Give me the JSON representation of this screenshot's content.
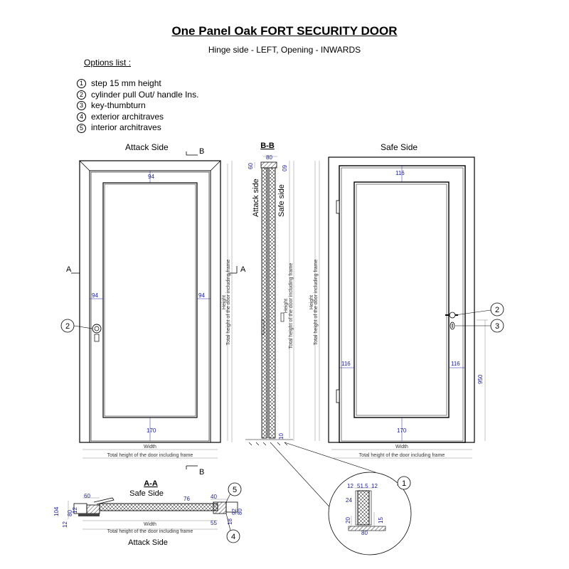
{
  "title": "One Panel Oak FORT SECURITY DOOR",
  "subtitle": "Hinge side - LEFT, Opening - INWARDS",
  "options_header": "Options list :",
  "options": [
    {
      "num": "1",
      "text": "step 15 mm height"
    },
    {
      "num": "2",
      "text": "cylinder pull Out/ handle Ins."
    },
    {
      "num": "3",
      "text": "key-thumbturn"
    },
    {
      "num": "4",
      "text": "exterior architraves"
    },
    {
      "num": "5",
      "text": "interior architraves"
    }
  ],
  "views": {
    "attack_side": "Attack Side",
    "safe_side": "Safe Side",
    "section_bb": "B-B",
    "section_aa": "A-A",
    "aa_safe_side": "Safe  Side",
    "aa_attack_side": "Attack Side",
    "bb_attack_side": "Attack side",
    "bb_safe_side": "Safe side"
  },
  "section_markers": {
    "a": "A",
    "b": "B"
  },
  "dimension_labels": {
    "width": "Width",
    "total_height_frame": "Total height of the door including frame",
    "height": "Height"
  },
  "dimensions": {
    "attack_top": "94",
    "attack_left": "94",
    "attack_right": "94",
    "attack_bottom": "170",
    "safe_top": "116",
    "safe_left": "116",
    "safe_right": "116",
    "safe_bottom": "170",
    "safe_handle_height": "950",
    "bb_top_width": "80",
    "bb_top_left": "60",
    "bb_top_right": "60",
    "bb_bottom": "10",
    "detail_12a": "12",
    "detail_51_5": "51.5",
    "detail_12b": "12",
    "detail_24": "24",
    "detail_20": "20",
    "detail_15": "15",
    "detail_80": "80",
    "aa_60": "60",
    "aa_76": "76",
    "aa_40": "40",
    "aa_104": "104",
    "aa_12": "12",
    "aa_80": "80",
    "aa_12b": "12",
    "aa_18": "18",
    "aa_92": "92",
    "aa_80r": "80",
    "aa_55": "55"
  },
  "callouts": {
    "c1": "1",
    "c2": "2",
    "c3": "3",
    "c4": "4",
    "c5": "5"
  }
}
